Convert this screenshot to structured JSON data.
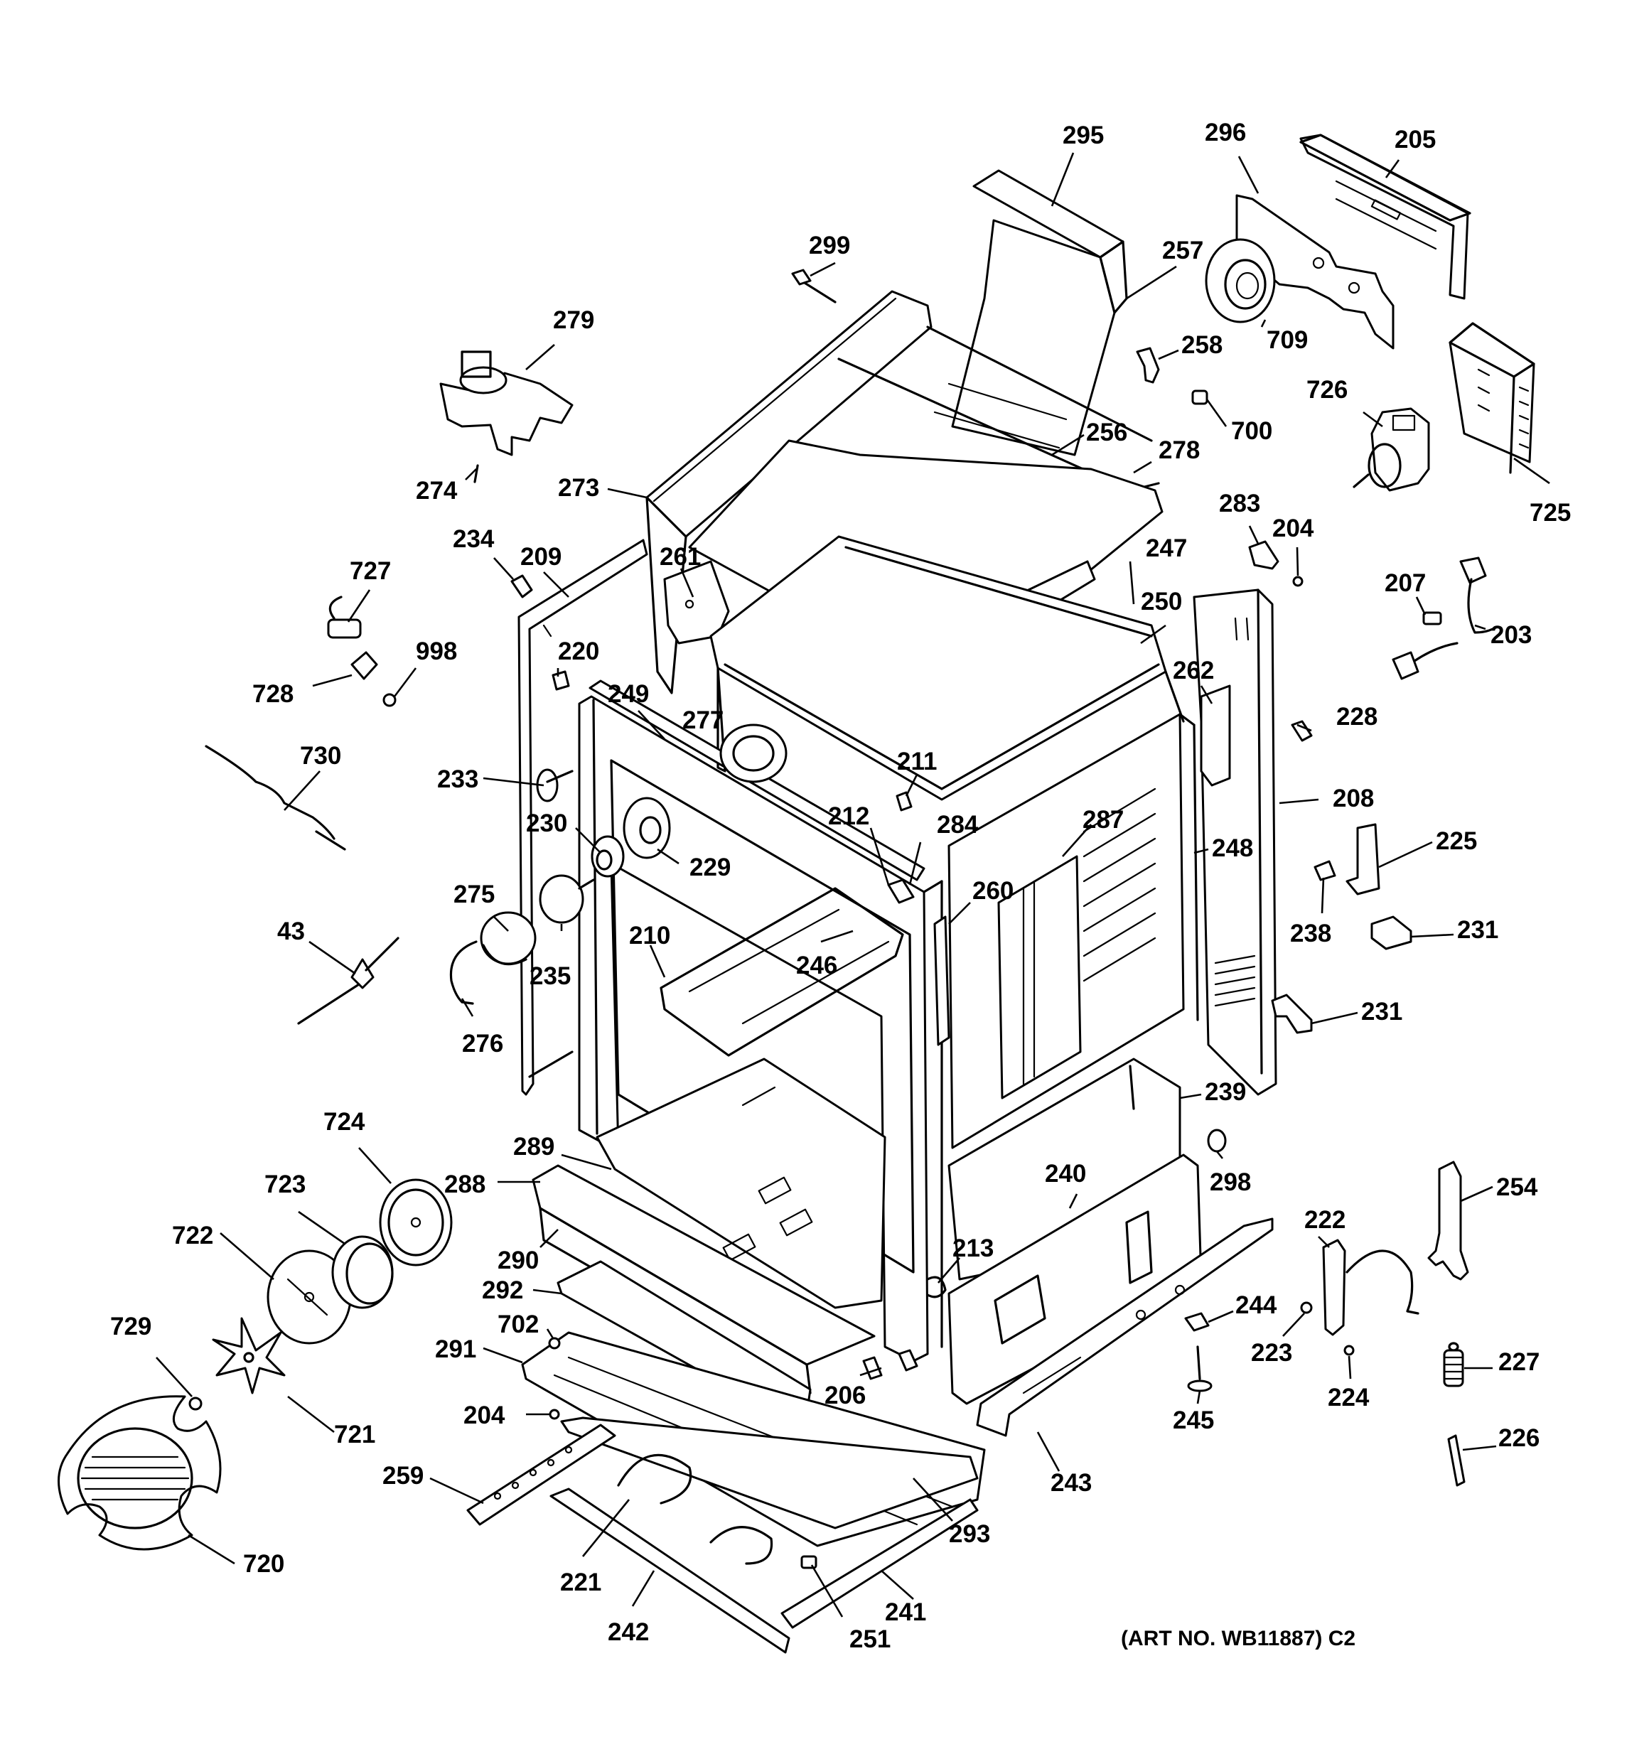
{
  "diagram": {
    "art_number": "(ART NO. WB11887) C2",
    "callouts": {
      "c295": "295",
      "c296": "296",
      "c205": "205",
      "c299": "299",
      "c257": "257",
      "c279": "279",
      "c258": "258",
      "c709": "709",
      "c726": "726",
      "c700": "700",
      "c256": "256",
      "c278": "278",
      "c273": "273",
      "c274": "274",
      "c725": "725",
      "c283": "283",
      "c204a": "204",
      "c234": "234",
      "c209": "209",
      "c247": "247",
      "c727": "727",
      "c261": "261",
      "c207": "207",
      "c250": "250",
      "c203": "203",
      "c998": "998",
      "c220": "220",
      "c728": "728",
      "c249": "249",
      "c262": "262",
      "c277": "277",
      "c228": "228",
      "c730": "730",
      "c211": "211",
      "c233": "233",
      "c208": "208",
      "c230": "230",
      "c212": "212",
      "c284": "284",
      "c287": "287",
      "c225": "225",
      "c229": "229",
      "c248": "248",
      "c275": "275",
      "c260": "260",
      "c43": "43",
      "c238": "238",
      "c231a": "231",
      "c210": "210",
      "c246": "246",
      "c235": "235",
      "c231b": "231",
      "c276": "276",
      "c239": "239",
      "c724": "724",
      "c289": "289",
      "c298": "298",
      "c240": "240",
      "c723": "723",
      "c288": "288",
      "c254": "254",
      "c222": "222",
      "c722": "722",
      "c290": "290",
      "c213": "213",
      "c292": "292",
      "c244": "244",
      "c729": "729",
      "c702": "702",
      "c223": "223",
      "c291": "291",
      "c227": "227",
      "c206": "206",
      "c224": "224",
      "c204b": "204",
      "c721": "721",
      "c245": "245",
      "c226": "226",
      "c259": "259",
      "c243": "243",
      "c293": "293",
      "c720": "720",
      "c221": "221",
      "c241": "241",
      "c242": "242",
      "c251": "251"
    }
  }
}
